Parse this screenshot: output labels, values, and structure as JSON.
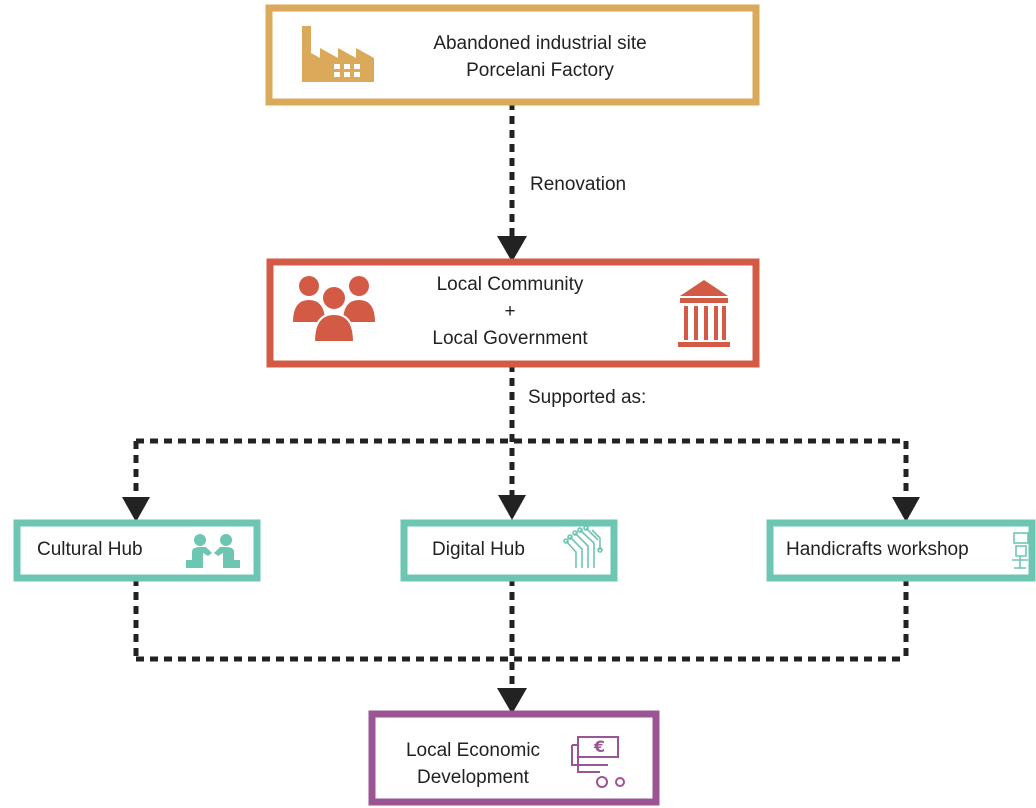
{
  "nodes": {
    "factory": {
      "line1": "Abandoned industrial site",
      "line2": "Porcelani Factory",
      "color": "#DBA95A",
      "icon": "factory-icon"
    },
    "community": {
      "line1": "Local Community",
      "line2": "+",
      "line3": "Local Government",
      "color": "#D35B45",
      "icons": [
        "people-icon",
        "government-building-icon"
      ]
    },
    "cultural_hub": {
      "label": "Cultural Hub",
      "color": "#6DC6B2",
      "icon": "meeting-icon"
    },
    "digital_hub": {
      "label": "Digital Hub",
      "color": "#6DC6B2",
      "icon": "circuit-icon"
    },
    "handicrafts": {
      "label": "Handicrafts workshop",
      "color": "#6DC6B2",
      "icon": "tools-icon"
    },
    "economic": {
      "line1": "Local Economic",
      "line2": "Development",
      "color": "#9B5494",
      "icon": "euro-money-icon"
    }
  },
  "edges": {
    "renovation": "Renovation",
    "supported_as": "Supported as:"
  },
  "connector_color": "#222222"
}
